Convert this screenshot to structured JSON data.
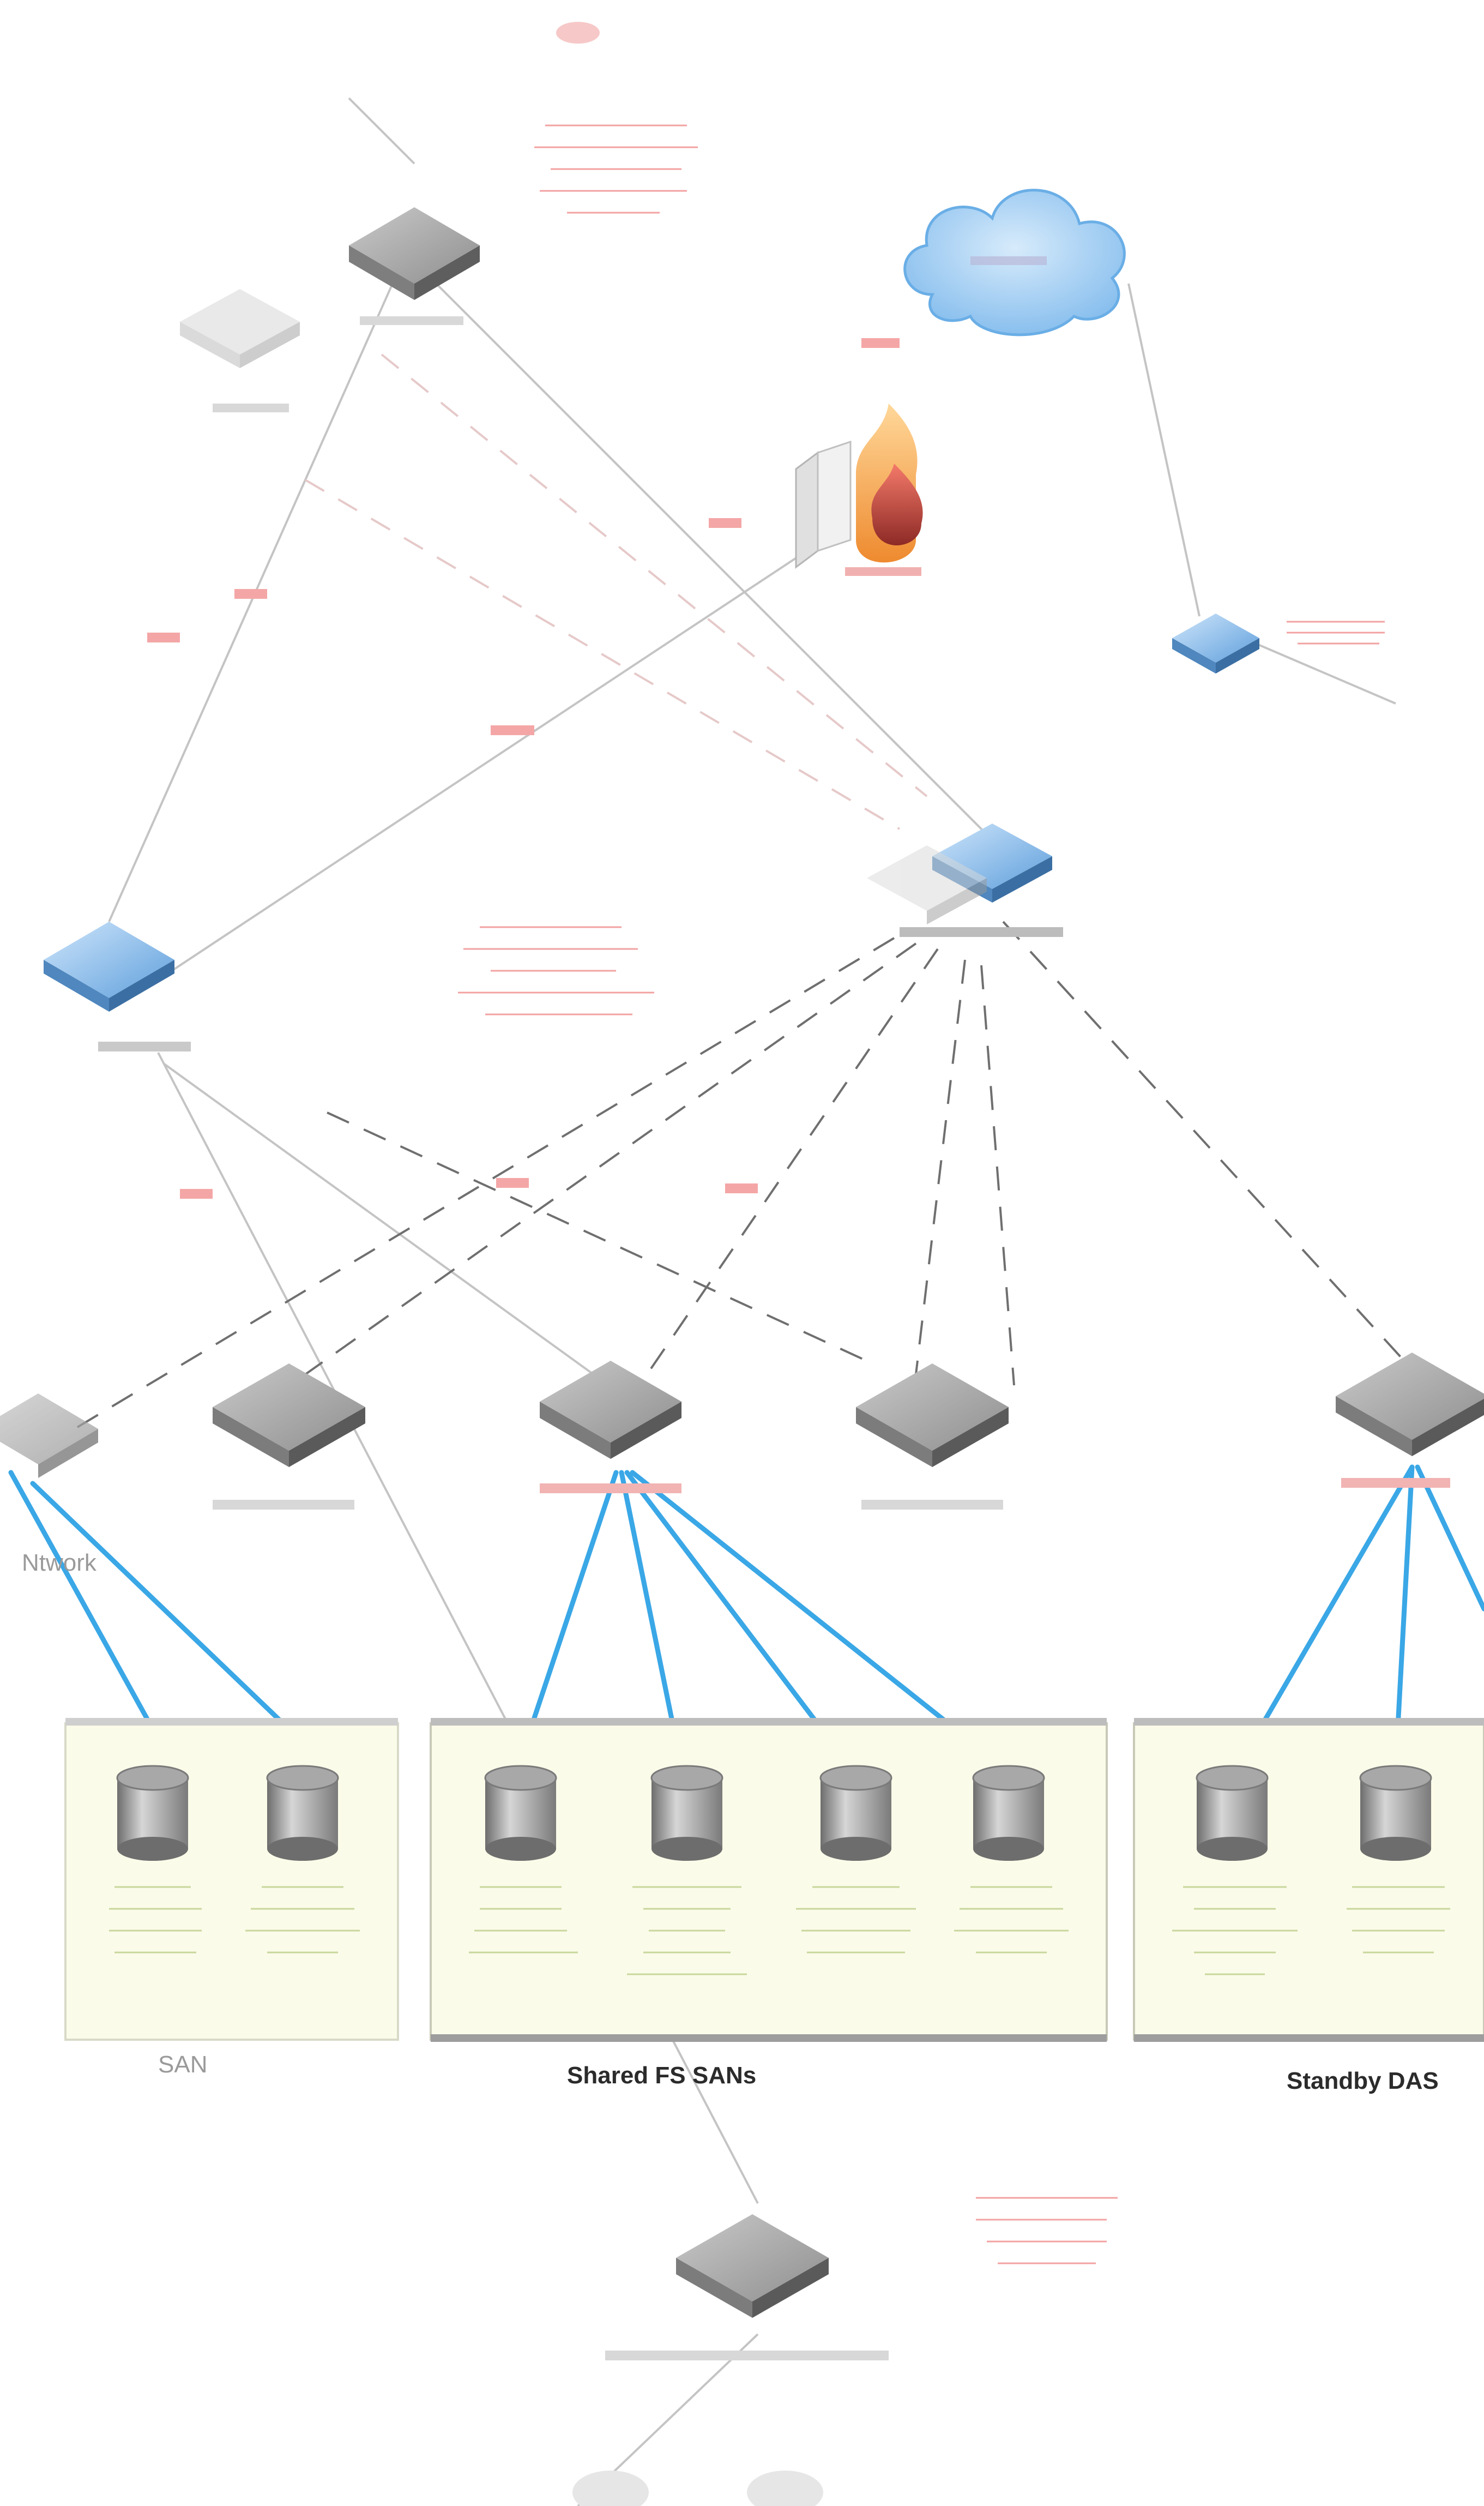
{
  "groups": [
    {
      "label": "SAN"
    },
    {
      "label": "Shared FS SANs"
    },
    {
      "label": "Standby DAS"
    }
  ],
  "node_label_fragment": "Ntwork",
  "colors": {
    "background": "#ffffff",
    "link_gray": "#bdbdbd",
    "link_dash": "#6d6d6d",
    "link_blue": "#3aa7e6",
    "switch_gray": "#8e8e8e",
    "switch_blue": "#6aa9e6",
    "cloud_blue": "#8fc4f0",
    "firewall_orange": "#f2a64a",
    "firewall_red": "#e0453c",
    "storage_panel": "#fbfbe9",
    "annotation_red": "#f08a8a"
  },
  "icons": [
    "cloud-icon",
    "firewall-icon",
    "switch-icon",
    "storage-cylinder-icon"
  ]
}
